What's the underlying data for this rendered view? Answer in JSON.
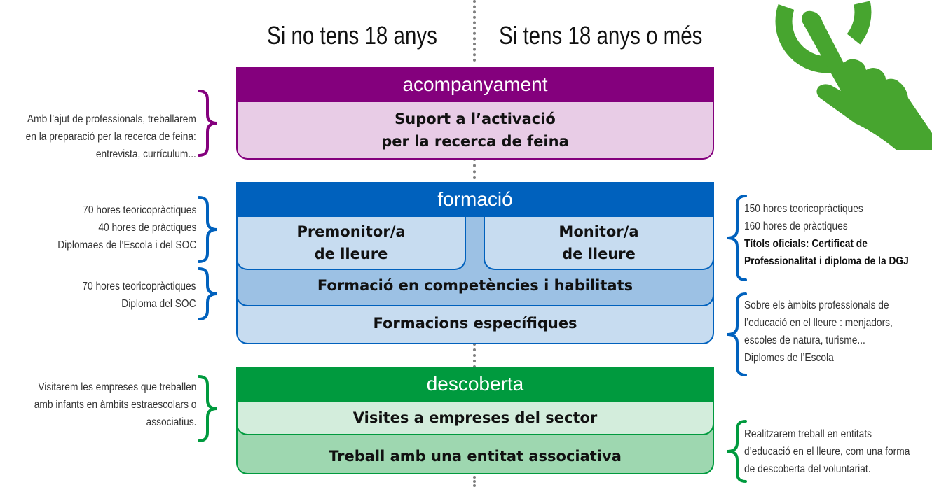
{
  "headings": {
    "left": "Si no tens 18 anys",
    "right": "Si tens 18 anys o més"
  },
  "colors": {
    "purple_dark": "#84007d",
    "purple_light": "#e8cce6",
    "blue_dark": "#0061bd",
    "blue_light": "#c7dcf0",
    "blue_mid": "#9cc1e4",
    "green_dark": "#009a3e",
    "green_light": "#d3eddc",
    "green_mid": "#9ed7b0",
    "icon_green": "#47a52f"
  },
  "sections": {
    "acompanyament": {
      "title": "acompanyament",
      "box_line1": "Suport a l’activació",
      "box_line2": "per la recerca de feina"
    },
    "formacio": {
      "title": "formació",
      "premonitor_line1": "Premonitor/a",
      "premonitor_line2": "de lleure",
      "monitor_line1": "Monitor/a",
      "monitor_line2": "de lleure",
      "competencies": "Formació en competències i habilitats",
      "especifiques": "Formacions específiques"
    },
    "descoberta": {
      "title": "descoberta",
      "visites": "Visites a empreses del sector",
      "treball": "Treball amb una entitat associativa"
    }
  },
  "notes": {
    "acompanyament": [
      "Amb l’ajut de professionals, treballarem",
      "en la preparació per la recerca de feina:",
      "entrevista, currículum..."
    ],
    "premonitor": [
      "70 hores teoricopràctiques",
      "40 hores de pràctiques",
      "Diplomaes de l’Escola i del SOC"
    ],
    "competencies": [
      "70 hores teoricopràctiques",
      "Diploma del SOC"
    ],
    "monitor": [
      "150 hores teoricopràctiques",
      "160 hores de pràctiques",
      "Títols oficials: Certificat de",
      "Professionalitat i diploma de la DGJ"
    ],
    "especifiques": [
      "Sobre els àmbits professionals de",
      "l’educació en el lleure : menjadors,",
      "escoles de natura, turisme...",
      "Diplomes de l’Escola"
    ],
    "descoberta_left": [
      "Visitarem les empreses que treballen",
      "amb infants en àmbits estraescolars o",
      "associatius."
    ],
    "descoberta_right": [
      "Realitzarem treball en entitats",
      "d’educació en el lleure, com una forma",
      "de descoberta del voluntariat."
    ]
  },
  "icons": {
    "touch": "tap-hand-icon"
  }
}
